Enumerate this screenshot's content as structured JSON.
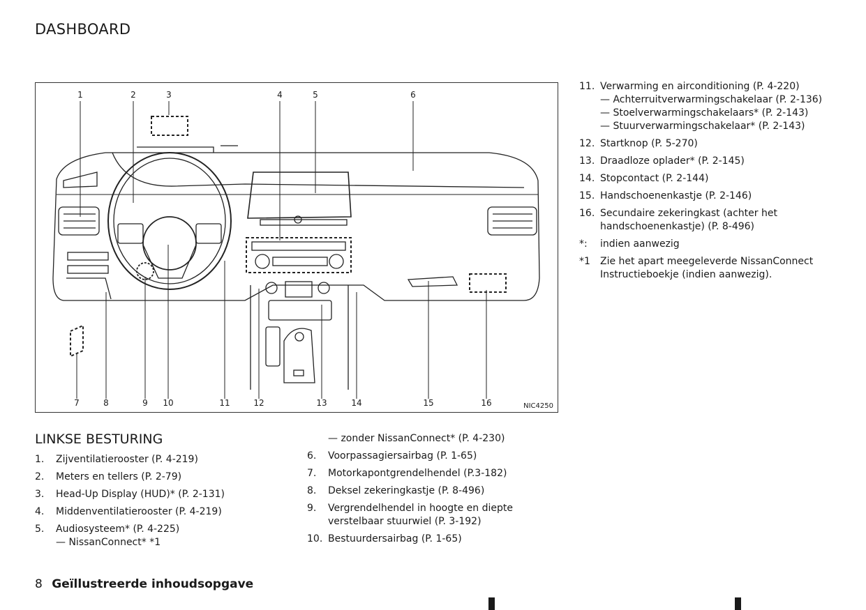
{
  "page": {
    "title": "DASHBOARD",
    "section_heading": "LINKSE BESTURING",
    "footer_number": "8",
    "footer_text": "Geïllustreerde inhoudsopgave"
  },
  "figure": {
    "code": "NIC4250",
    "top_numbers": [
      "1",
      "2",
      "3",
      "4",
      "5",
      "6"
    ],
    "bottom_numbers": [
      "7",
      "8",
      "9",
      "10",
      "11",
      "12",
      "13",
      "14",
      "15",
      "16"
    ]
  },
  "list_left": [
    {
      "num": "1.",
      "text": "Zijventilatierooster (P. 4-219)"
    },
    {
      "num": "2.",
      "text": "Meters en tellers (P. 2-79)"
    },
    {
      "num": "3.",
      "text": "Head-Up Display (HUD)* (P. 2-131)"
    },
    {
      "num": "4.",
      "text": "Middenventilatierooster (P. 4-219)"
    },
    {
      "num": "5.",
      "text": "Audiosysteem* (P. 4-225)",
      "sub": "— NissanConnect* *1"
    }
  ],
  "list_mid": [
    {
      "num": "",
      "text": "— zonder NissanConnect* (P. 4-230)"
    },
    {
      "num": "6.",
      "text": "Voorpassagiersairbag (P. 1-65)"
    },
    {
      "num": "7.",
      "text": "Motorkapontgrendelhendel (P.3-182)"
    },
    {
      "num": "8.",
      "text": "Deksel zekeringkastje (P. 8-496)"
    },
    {
      "num": "9.",
      "text": "Vergrendelhendel in hoogte en diepte",
      "sub": "verstelbaar stuurwiel (P. 3-192)"
    },
    {
      "num": "10.",
      "text": "Bestuurdersairbag (P. 1-65)"
    }
  ],
  "list_right": [
    {
      "num": "11.",
      "text": "Verwarming en airconditioning (P. 4-220)",
      "subs": [
        "— Achterruitverwarmingschakelaar (P. 2-136)",
        "— Stoelverwarmingschakelaars* (P. 2-143)",
        "— Stuurverwarmingschakelaar* (P. 2-143)"
      ]
    },
    {
      "num": "12.",
      "text": "Startknop (P. 5-270)"
    },
    {
      "num": "13.",
      "text": "Draadloze oplader* (P. 2-145)"
    },
    {
      "num": "14.",
      "text": "Stopcontact (P. 2-144)"
    },
    {
      "num": "15.",
      "text": "Handschoenenkastje (P. 2-146)"
    },
    {
      "num": "16.",
      "text": "Secundaire zekeringkast (achter het",
      "sub": "handschoenenkastje) (P. 8-496)"
    },
    {
      "num": "*:",
      "text": "indien aanwezig"
    },
    {
      "num": "*1",
      "text": "Zie het apart meegeleverde NissanConnect",
      "sub": "Instructieboekje (indien aanwezig)."
    }
  ]
}
